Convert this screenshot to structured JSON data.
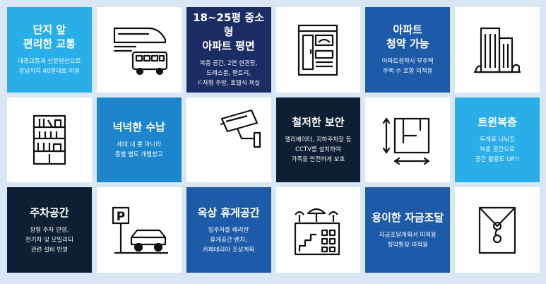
{
  "tiles": {
    "transport": {
      "title": "단지 앞\n편리한 교통",
      "desc": "대중교통과 신분당선으로\n강남까지 40분대로 이동"
    },
    "size": {
      "title": "18~25평 중소형\n아파트 평면",
      "desc": "복층 공간, 2면 현관장,\n드레스룸, 팬트리,\nㄷ자형 주방, 호텔식 욕실"
    },
    "subscription": {
      "title": "아파트\n청약 가능",
      "desc": "아파트청약시 무주택\n주택 수 포함 미적용"
    },
    "storage": {
      "title": "넉넉한 수납",
      "desc": "세대 내 뿐 아니라\n층별 별도 개별창고"
    },
    "security": {
      "title": "철저한 보안",
      "desc": "엘리베이터, 지하주차장 등\nCCTV를 설치하여\n가족을 안전하게 보호"
    },
    "duplex": {
      "title": "트윈복층",
      "desc": "두개로 나눠진\n복층 공간으로\n공간 활용도 UP!!"
    },
    "parking": {
      "title": "주차공간",
      "desc": "장형 주차 반영,\n전기차 및 모빌리티\n관련 설비 반영"
    },
    "rooftop": {
      "title": "옥상 휴게공간",
      "desc": "입주자를 배려한\n휴게공간 벤치,\n카페테리아 조성계획"
    },
    "finance": {
      "title": "용이한 자금조달",
      "desc": "자금조달계획서 미적용\n청약통장 미적용"
    }
  },
  "icons": {
    "train": "train-bus-icon",
    "kitchen": "kitchen-icon",
    "building": "building-icon",
    "shelf": "bookshelf-icon",
    "cctv": "cctv-icon",
    "floorplan": "floorplan-icon",
    "parking": "parking-car-icon",
    "parking_sign": "P",
    "rooftop": "rooftop-icon",
    "envelope": "envelope-icon"
  },
  "colors": {
    "light": "#29aee8",
    "mid": "#1d85cc",
    "blue": "#1d5ba8",
    "navy": "#1c2d66",
    "dark": "#0e1f33"
  }
}
